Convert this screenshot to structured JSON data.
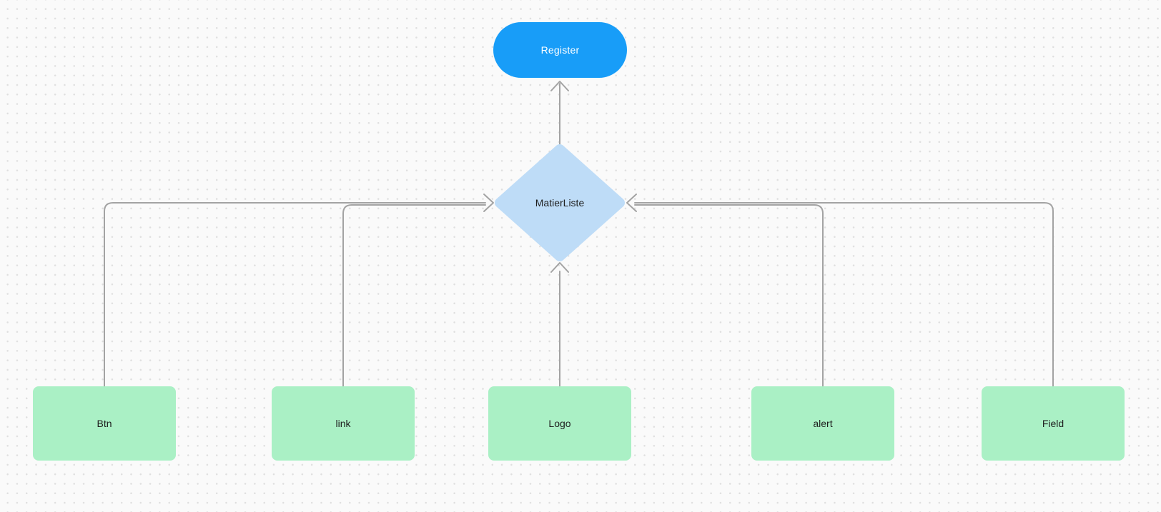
{
  "colors": {
    "canvas-bg": "#fafafa",
    "dot": "#dfdfdf",
    "edge": "#a3a3a3",
    "register-fill": "#189df8",
    "register-text": "#ffffff",
    "decision-fill": "#bedcf7",
    "node-fill": "#aaf0c5",
    "node-text": "#1f1f1f"
  },
  "diagram": {
    "root": {
      "label": "Register",
      "shape": "pill"
    },
    "decision": {
      "label": "MatierListe",
      "shape": "diamond"
    },
    "children": [
      {
        "label": "Btn",
        "shape": "rectangle"
      },
      {
        "label": "link",
        "shape": "rectangle"
      },
      {
        "label": "Logo",
        "shape": "rectangle"
      },
      {
        "label": "alert",
        "shape": "rectangle"
      },
      {
        "label": "Field",
        "shape": "rectangle"
      }
    ],
    "edges": [
      {
        "from": "MatierListe",
        "to": "Register"
      },
      {
        "from": "Btn",
        "to": "MatierListe"
      },
      {
        "from": "link",
        "to": "MatierListe"
      },
      {
        "from": "Logo",
        "to": "MatierListe"
      },
      {
        "from": "alert",
        "to": "MatierListe"
      },
      {
        "from": "Field",
        "to": "MatierListe"
      }
    ]
  }
}
